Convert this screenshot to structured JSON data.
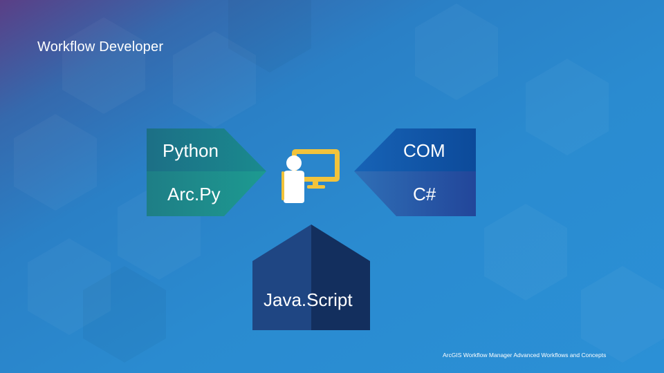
{
  "slide": {
    "title": "Workflow Developer",
    "footer": "ArcGIS Workflow Manager Advanced Workflows and Concepts"
  },
  "diagram": {
    "center_icon": "developer-at-computer-icon",
    "nodes": [
      {
        "id": "python",
        "label": "Python",
        "color": "#1d7a8c"
      },
      {
        "id": "arcpy",
        "label": "Arc.Py",
        "color": "#1d8a8a"
      },
      {
        "id": "com",
        "label": "COM",
        "color": "#0f55a7"
      },
      {
        "id": "csharp",
        "label": "C#",
        "color": "#2a58a0"
      },
      {
        "id": "javascript",
        "label": "Java.Script",
        "color": "#1b3a6e"
      }
    ]
  },
  "colors": {
    "icon_accent": "#f2c33b",
    "icon_person": "#ffffff"
  }
}
